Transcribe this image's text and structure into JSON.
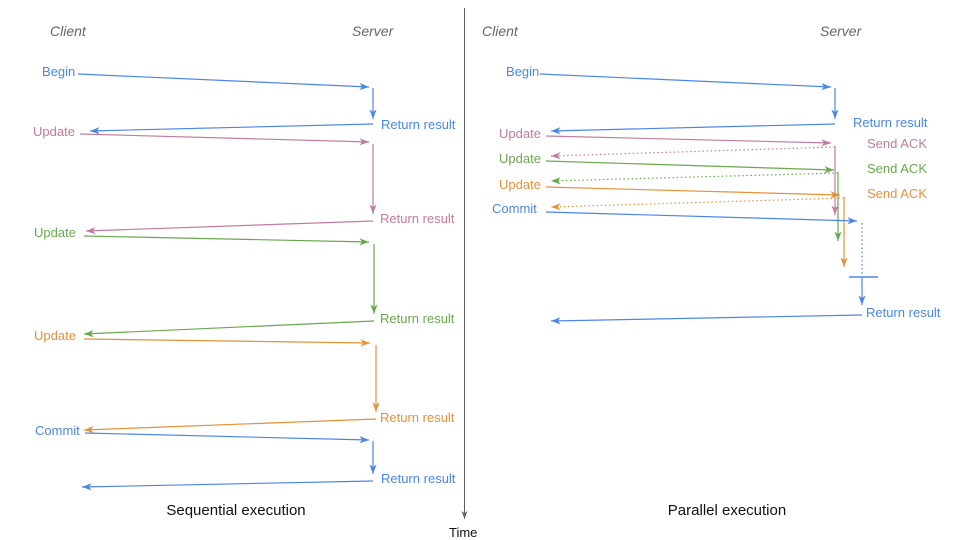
{
  "colors": {
    "blue": "#4a86e8",
    "pink": "#c27ba0",
    "green": "#6aa84f",
    "orange": "#e69138",
    "axis_gray": "#616161",
    "header_gray": "#666666"
  },
  "left_diagram": {
    "client": "Client",
    "server": "Server",
    "caption": "Sequential execution",
    "steps": [
      {
        "request": "Begin",
        "response": "Return result",
        "color": "blue"
      },
      {
        "request": "Update",
        "response": "Return result",
        "color": "pink"
      },
      {
        "request": "Update",
        "response": "Return result",
        "color": "green"
      },
      {
        "request": "Update",
        "response": "Return result",
        "color": "orange"
      },
      {
        "request": "Commit",
        "response": "Return result",
        "color": "blue"
      }
    ]
  },
  "right_diagram": {
    "client": "Client",
    "server": "Server",
    "caption": "Parallel execution",
    "steps": [
      {
        "request": "Begin",
        "response": "Return result",
        "color": "blue"
      },
      {
        "request": "Update",
        "response": "Send ACK",
        "color": "pink"
      },
      {
        "request": "Update",
        "response": "Send ACK",
        "color": "green"
      },
      {
        "request": "Update",
        "response": "Send ACK",
        "color": "orange"
      },
      {
        "request": "Commit",
        "response": "Return result",
        "color": "blue"
      }
    ]
  },
  "time_axis_label": "Time"
}
